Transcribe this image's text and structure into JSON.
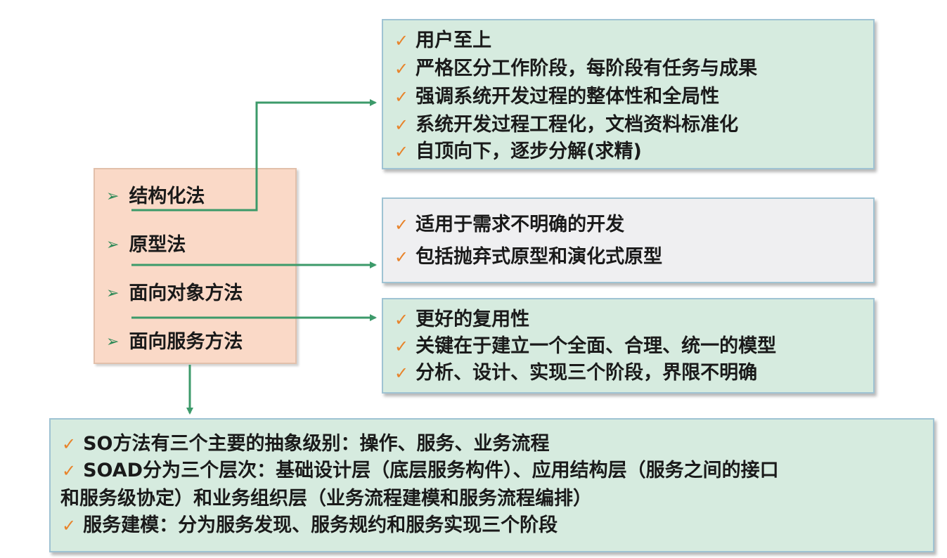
{
  "method_box": {
    "items": [
      "结构化法",
      "原型法",
      "面向对象方法",
      "面向服务方法"
    ]
  },
  "structured_box": {
    "items": [
      "用户至上",
      "严格区分工作阶段，每阶段有任务与成果",
      "强调系统开发过程的整体性和全局性",
      "系统开发过程工程化，文档资料标准化",
      "自顶向下，逐步分解(求精)"
    ]
  },
  "prototype_box": {
    "items": [
      "适用于需求不明确的开发",
      "包括抛弃式原型和演化式原型"
    ]
  },
  "oo_box": {
    "items": [
      "更好的复用性",
      "关键在于建立一个全面、合理、统一的模型",
      "分析、设计、实现三个阶段，界限不明确"
    ]
  },
  "service_box": {
    "item1": "SO方法有三个主要的抽象级别：操作、服务、业务流程",
    "item2_line1": "SOAD分为三个层次：基础设计层（底层服务构件）、应用结构层（服务之间的接口",
    "item2_line2": "和服务级协定）和业务组织层（业务流程建模和服务流程编排）",
    "item3": "服务建模：分为服务发现、服务规约和服务实现三个阶段"
  },
  "icons": {
    "check": "✓",
    "bullet_arrow": "➢"
  },
  "colors": {
    "check": "#e8832a",
    "connector": "#3c9a6a",
    "green_box": "#d6ebdf",
    "gray_box": "#efeff1",
    "peach_box": "#fad9c7"
  }
}
